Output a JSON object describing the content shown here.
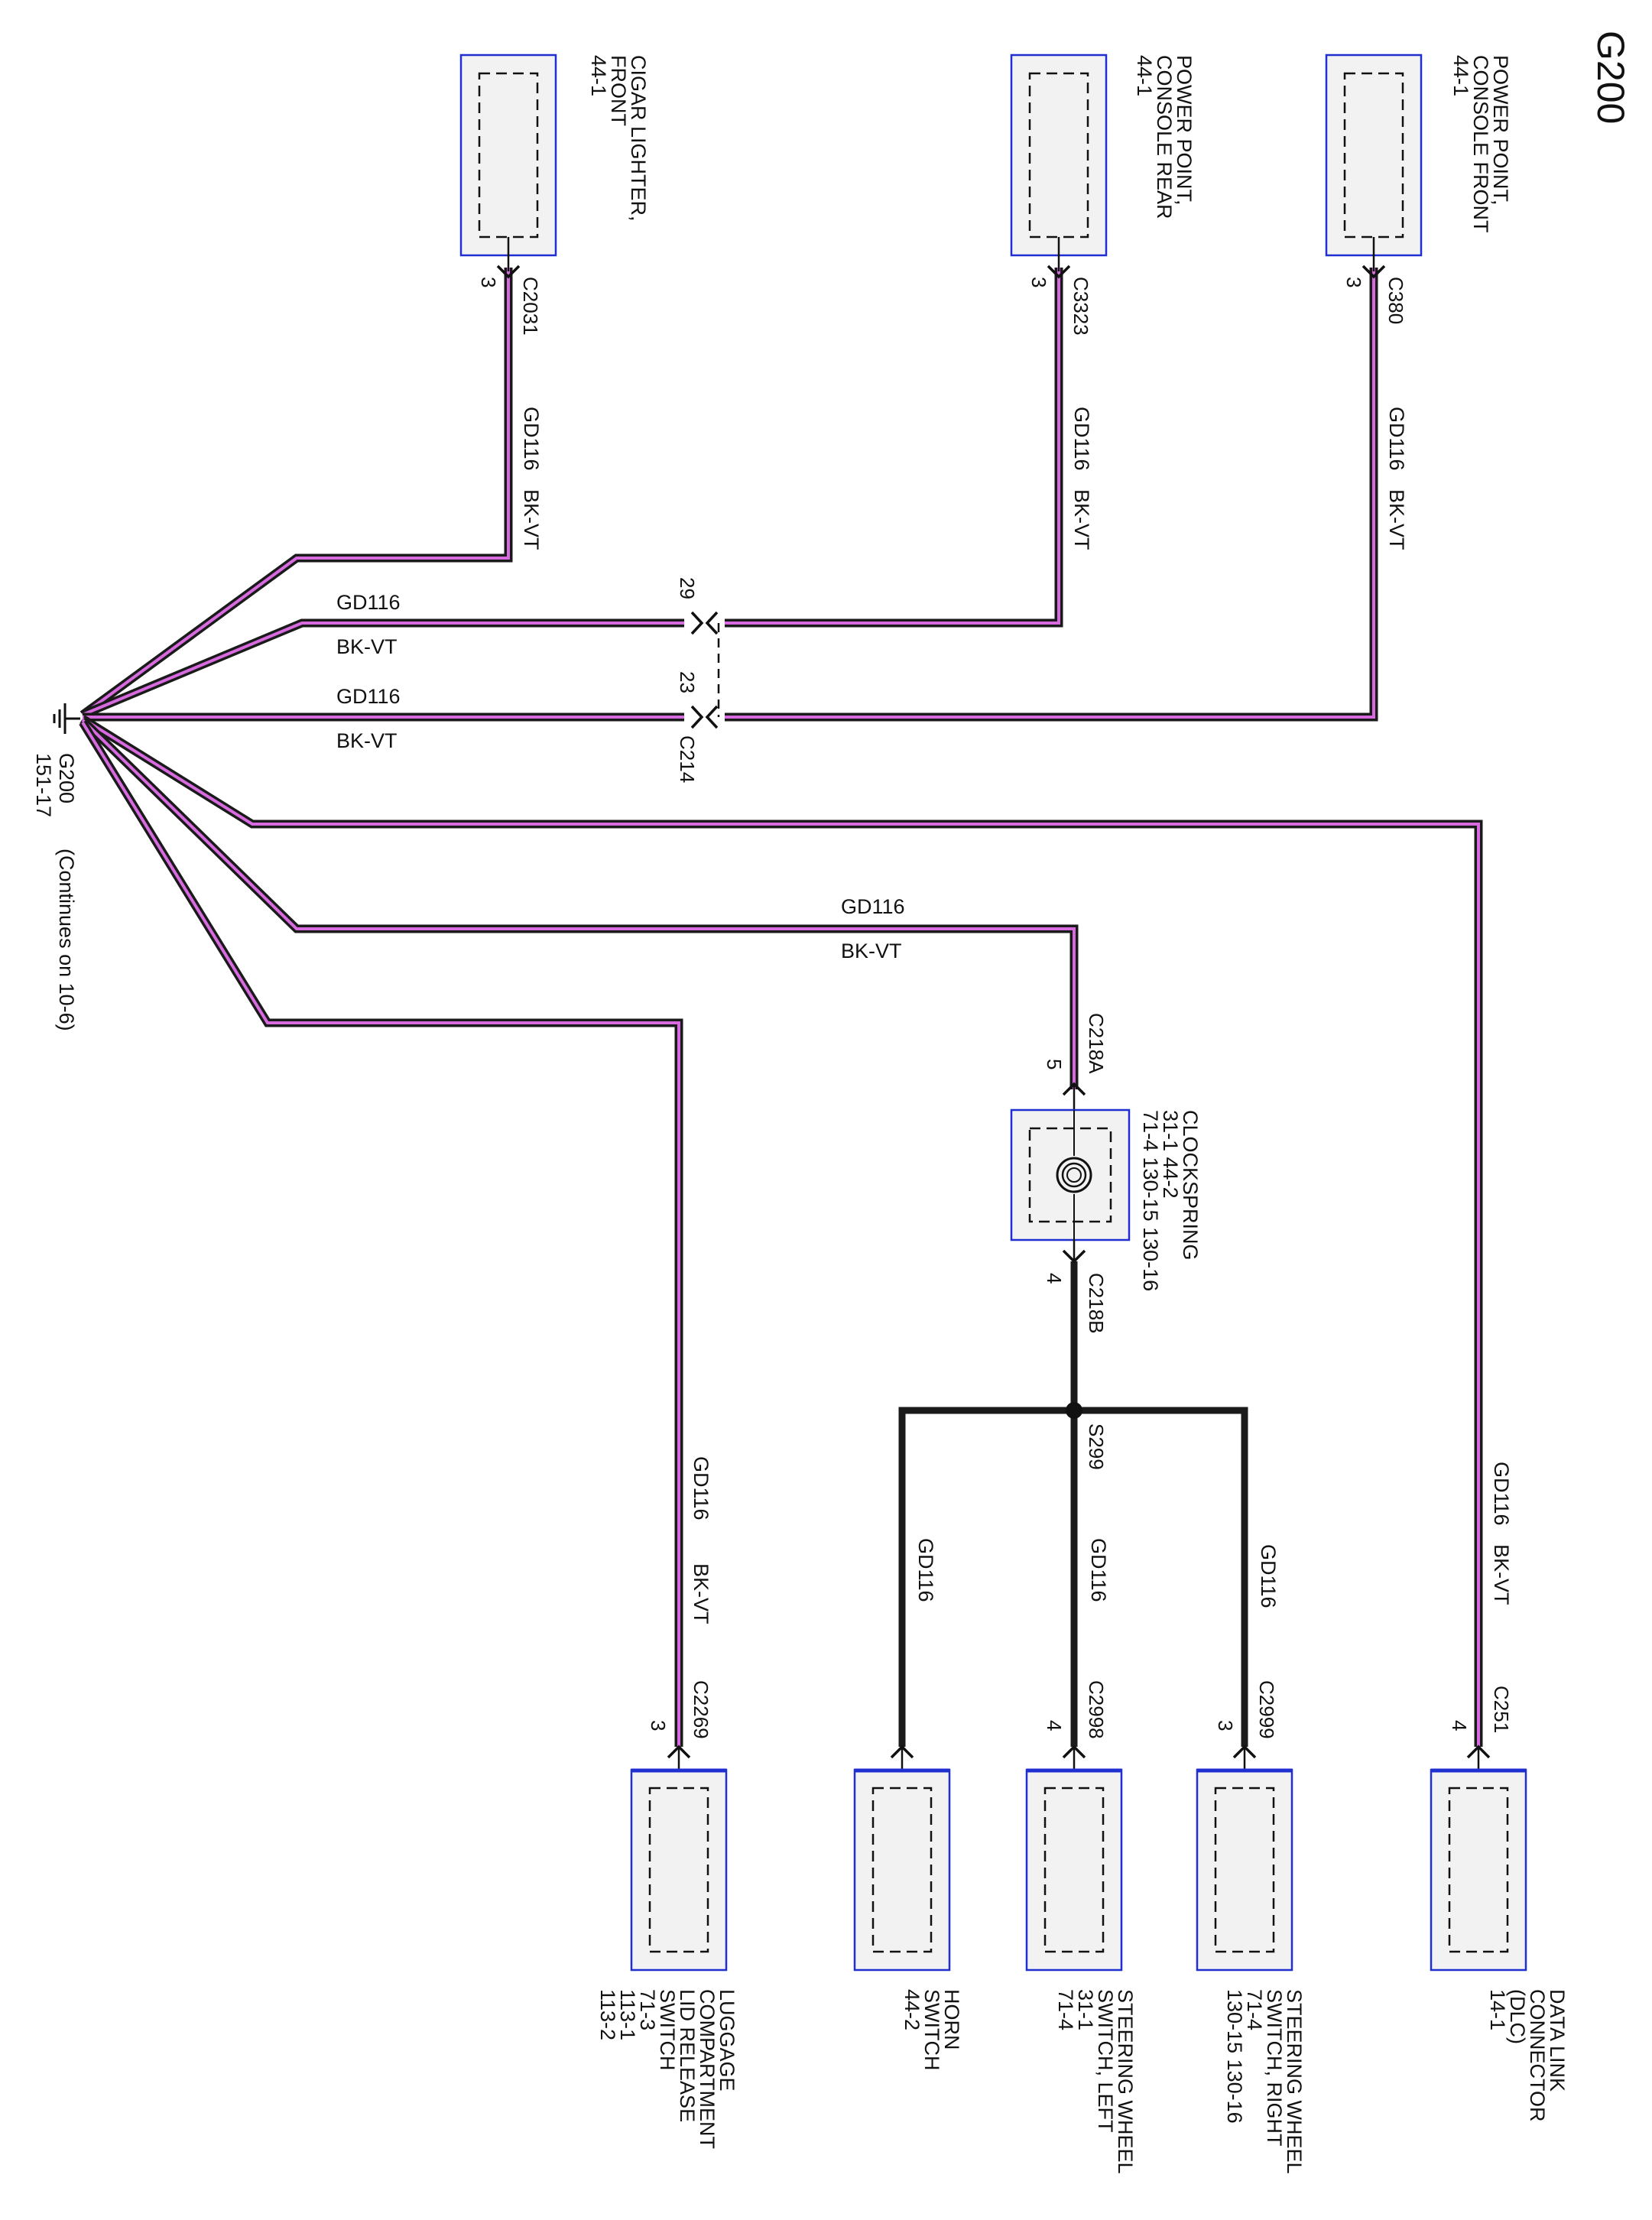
{
  "page_title": "G200",
  "colors": {
    "wire_outer": "#1a1a1a",
    "wire_inner": "#d86ae0",
    "component_border": "#1f2fd0",
    "component_fill": "#f2f2f2",
    "ink": "#111111"
  },
  "ground": {
    "id": "G200",
    "ref": "151-17",
    "continuation": "(Continues on 10-6)"
  },
  "components": {
    "cigar_lighter": {
      "name_lines": [
        "CIGAR LIGHTER,",
        "FRONT",
        "44-1"
      ],
      "connector": "C2031",
      "pin": "3",
      "circuit": "GD116",
      "color_code": "BK-VT"
    },
    "power_point_rear": {
      "name_lines": [
        "POWER POINT,",
        "CONSOLE REAR",
        "44-1"
      ],
      "connector": "C3323",
      "pin": "3",
      "circuit": "GD116",
      "color_code": "BK-VT"
    },
    "power_point_front": {
      "name_lines": [
        "POWER POINT,",
        "CONSOLE FRONT",
        "44-1"
      ],
      "connector": "C380",
      "pin": "3",
      "circuit": "GD116",
      "color_code": "BK-VT"
    },
    "clockspring": {
      "name_lines": [
        "CLOCKSPRING",
        "31-1    44-2",
        "71-4    130-15   130-16"
      ],
      "connector_top": "C218A",
      "pin_top": "5",
      "connector_bottom": "C218B",
      "pin_bottom": "4"
    },
    "data_link_connector": {
      "name_lines": [
        "DATA LINK",
        "CONNECTOR",
        "(DLC)",
        "14-1"
      ],
      "connector": "C251",
      "pin": "4",
      "circuit": "GD116",
      "color_code": "BK-VT"
    },
    "steering_wheel_right": {
      "name_lines": [
        "STEERING WHEEL",
        "SWITCH, RIGHT",
        "71-4",
        "130-15     130-16"
      ],
      "connector": "C2999",
      "pin": "3",
      "circuit": "GD116"
    },
    "steering_wheel_left": {
      "name_lines": [
        "STEERING WHEEL",
        "SWITCH, LEFT",
        "31-1",
        "71-4"
      ],
      "connector": "C2998",
      "pin": "4",
      "circuit": "GD116"
    },
    "horn_switch": {
      "name_lines": [
        "HORN",
        "SWITCH",
        "44-2"
      ],
      "circuit": "GD116"
    },
    "luggage_switch": {
      "name_lines": [
        "LUGGAGE",
        "COMPARTMENT",
        "LID RELEASE",
        "SWITCH",
        "71-3",
        "113-1",
        "113-2"
      ],
      "connector": "C2269",
      "pin": "3",
      "circuit": "GD116",
      "color_code": "BK-VT"
    }
  },
  "inline_connector": {
    "id": "C214",
    "pin_upper": "29",
    "pin_lower": "23"
  },
  "wires": {
    "c214_upper": {
      "circuit": "GD116",
      "color_code": "BK-VT"
    },
    "c214_lower": {
      "circuit": "GD116",
      "color_code": "BK-VT"
    },
    "clockspring_feed": {
      "circuit": "GD116",
      "color_code": "BK-VT"
    }
  },
  "splice": {
    "id": "S299"
  }
}
